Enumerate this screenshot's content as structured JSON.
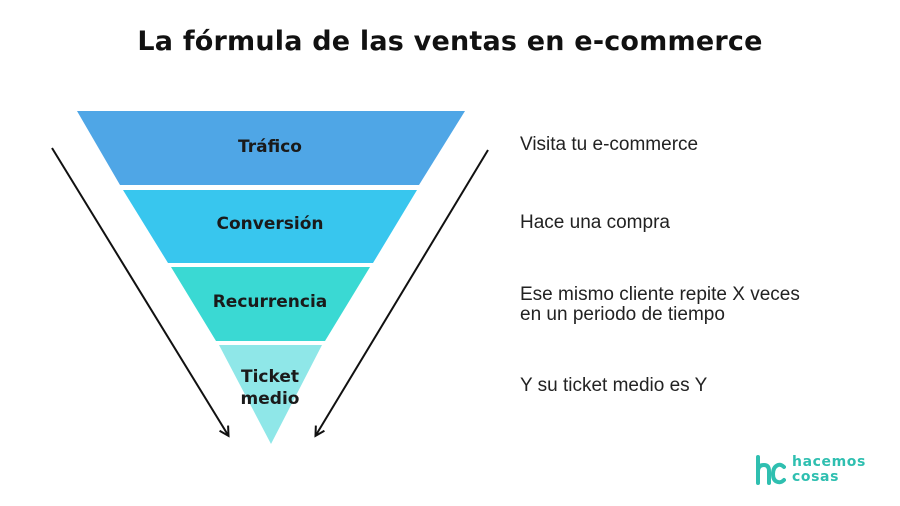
{
  "title": "La fórmula de las ventas en e-commerce",
  "stages": [
    {
      "label": "Tráfico",
      "color": "#4fa6e6"
    },
    {
      "label": "Conversión",
      "color": "#38c6ee"
    },
    {
      "label": "Recurrencia",
      "color": "#3ad9d3"
    },
    {
      "label_lines": [
        "Ticket",
        "medio"
      ],
      "color": "#8fe7e8"
    }
  ],
  "descriptions": [
    {
      "lines": [
        "Visita tu e-commerce"
      ]
    },
    {
      "lines": [
        "Hace una compra"
      ]
    },
    {
      "lines": [
        "Ese mismo cliente repite X veces",
        "en un periodo de tiempo"
      ]
    },
    {
      "lines": [
        "Y su ticket medio es Y"
      ]
    }
  ],
  "logo": {
    "icon": "hc-monogram-icon",
    "line1": "hacemos",
    "line2": "cosas",
    "color": "#2fbfb0"
  }
}
